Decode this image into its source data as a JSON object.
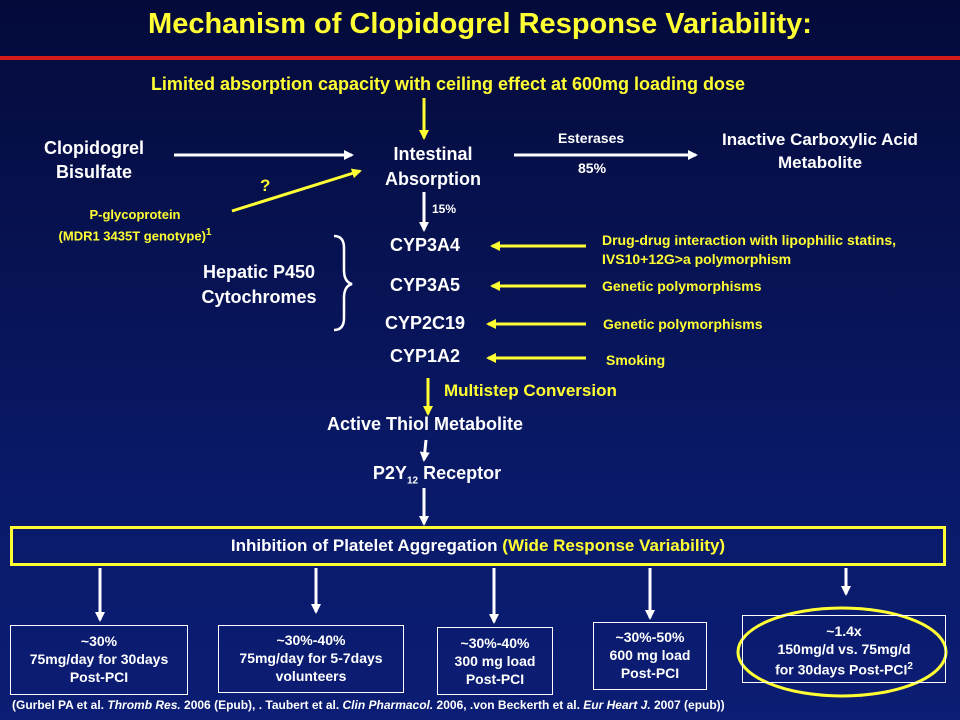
{
  "title": "Mechanism of Clopidogrel Response Variability:",
  "ceiling_note": "Limited absorption capacity with ceiling effect at 600mg loading dose",
  "clopidogrel": [
    "Clopidogrel",
    "Bisulfate"
  ],
  "intestinal": [
    "Intestinal",
    "Absorption"
  ],
  "question_mark": "?",
  "pgp": [
    "P-glycoprotein",
    "(MDR1 3435T genotype)"
  ],
  "pgp_sup": "1",
  "esterases": "Esterases",
  "pct85": "85%",
  "pct15": "15%",
  "inactive": [
    "Inactive Carboxylic Acid",
    "Metabolite"
  ],
  "hepatic": [
    "Hepatic P450",
    "Cytochromes"
  ],
  "cyps": [
    "CYP3A4",
    "CYP3A5",
    "CYP2C19",
    "CYP1A2"
  ],
  "cyp_notes": [
    [
      "Drug-drug interaction with lipophilic statins,",
      "IVS10+12G>a polymorphism"
    ],
    [
      "Genetic polymorphisms"
    ],
    [
      "Genetic polymorphisms"
    ],
    [
      "Smoking"
    ]
  ],
  "multistep": "Multistep Conversion",
  "active": "Active Thiol Metabolite",
  "receptor": {
    "pre": "P2Y",
    "sub": "12",
    "post": " Receptor"
  },
  "inhibition": {
    "main": "Inhibition  of Platelet Aggregation ",
    "highlight": "(Wide Response Variability)"
  },
  "boxes": [
    [
      "~30%",
      "75mg/day for 30days",
      "Post-PCI"
    ],
    [
      "~30%-40%",
      "75mg/day for 5-7days",
      "volunteers"
    ],
    [
      "~30%-40%",
      "300 mg load",
      "Post-PCI"
    ],
    [
      "~30%-50%",
      "600 mg load",
      "Post-PCI"
    ],
    [
      "~1.4x",
      "150mg/d vs. 75mg/d",
      "for 30days Post-PCI"
    ]
  ],
  "box5_sup": "2",
  "citation": {
    "p1": "(Gurbel PA et al. ",
    "j1": "Thromb Res.",
    "p2": " 2006 (Epub),  . Taubert et al. ",
    "j2": "Clin Pharmacol.",
    "p3": " 2006,  .von Beckerth et al. ",
    "j3": "Eur Heart  J.",
    "p4": " 2007 (epub))"
  },
  "colors": {
    "accent": "#ffff33",
    "title_rule": "#d71a1a",
    "background": "#071252"
  }
}
